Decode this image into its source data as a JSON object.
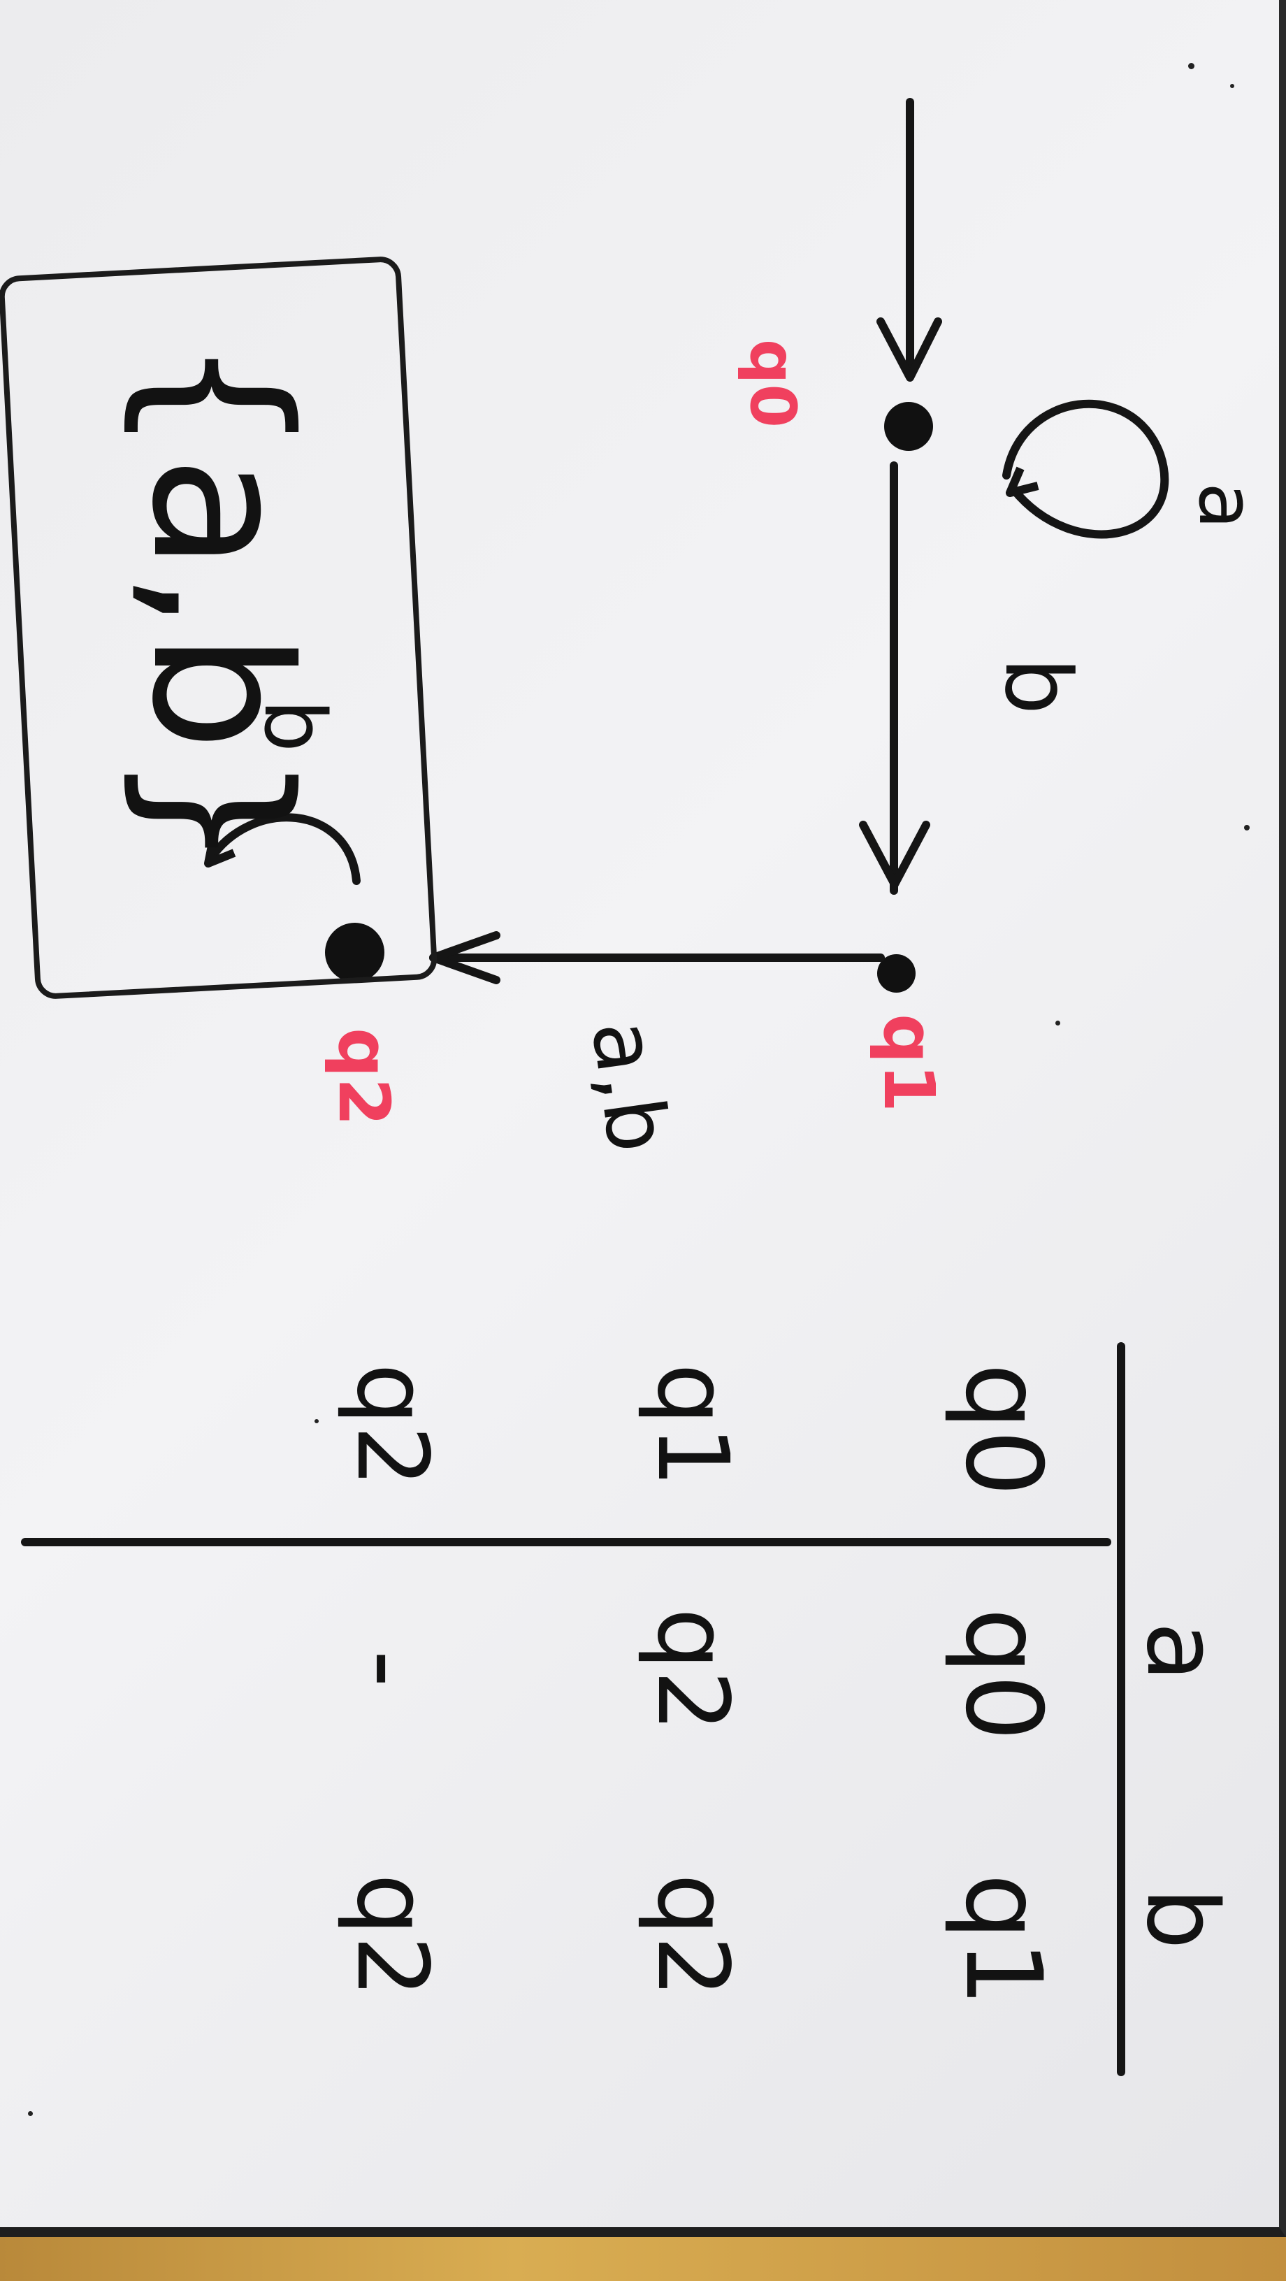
{
  "diagram": {
    "states": [
      {
        "label": "q0"
      },
      {
        "label": "q1"
      },
      {
        "label": "q2"
      }
    ],
    "edges": [
      {
        "from": "q0",
        "to": "q0",
        "label": "a"
      },
      {
        "from": "q0",
        "to": "q1",
        "label": "b"
      },
      {
        "from": "q1",
        "to": "q2",
        "label": "a,b"
      },
      {
        "from": "q2",
        "to": "q2",
        "label": "b"
      }
    ],
    "alphabet_box": "{a,b}"
  },
  "table": {
    "columns": [
      "a",
      "b"
    ],
    "rows": [
      {
        "state": "q0",
        "a": "q0",
        "b": "q1"
      },
      {
        "state": "q1",
        "a": "q2",
        "b": "q2"
      },
      {
        "state": "q2",
        "a": "-",
        "b": "q2"
      }
    ]
  },
  "colors": {
    "ink": "#121212",
    "state_label": "#f0405e",
    "board": "#ececee",
    "frame": "#c79a3c"
  }
}
